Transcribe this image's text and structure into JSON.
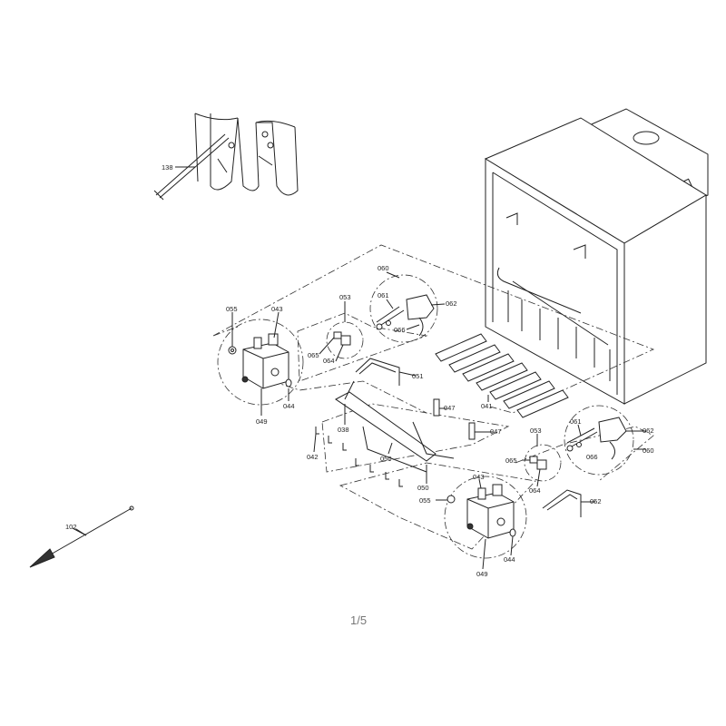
{
  "viewer": {
    "page_indicator": "1/5"
  },
  "labels": {
    "l138": "138",
    "l060a": "060",
    "l061a": "061",
    "l062a": "062",
    "l053a": "053",
    "l055a": "055",
    "l043a": "043",
    "l066a": "066",
    "l065a": "065",
    "l064a": "064",
    "l051": "051",
    "l049a": "049",
    "l044a": "044",
    "l047a": "047",
    "l047b": "047",
    "l041": "041",
    "l038": "038",
    "l042": "042",
    "l050a": "050",
    "l050b": "050",
    "l061b": "061",
    "l062b": "062",
    "l060b": "060",
    "l053b": "053",
    "l065b": "065",
    "l066b": "066",
    "l064b": "064",
    "l052": "052",
    "l043b": "043",
    "l055b": "055",
    "l049b": "049",
    "l044b": "044",
    "l102": "102"
  }
}
